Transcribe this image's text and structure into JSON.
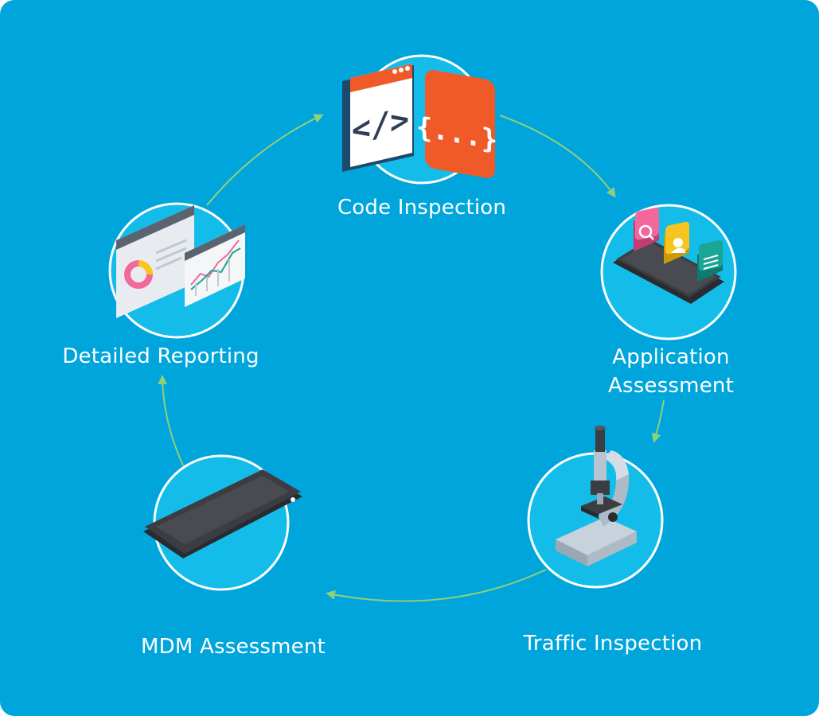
{
  "colors": {
    "background": "#00a5dc",
    "node_fill": "#14bde9",
    "node_stroke": "#ffffff",
    "arrow": "#8fd07a",
    "text": "#ffffff",
    "accent_orange": "#f05a28",
    "accent_pink": "#f2689a",
    "accent_yellow": "#f8c51f",
    "accent_teal": "#1aa597",
    "device_dark": "#3c3d42"
  },
  "nodes": [
    {
      "id": "code",
      "label": "Code Inspection",
      "icon": "code-window-icon"
    },
    {
      "id": "app",
      "label": "Application Assessment",
      "icon": "smartphone-apps-icon"
    },
    {
      "id": "traffic",
      "label": "Traffic Inspection",
      "icon": "microscope-icon"
    },
    {
      "id": "mdm",
      "label": "MDM Assessment",
      "icon": "smartphone-icon"
    },
    {
      "id": "report",
      "label": "Detailed Reporting",
      "icon": "report-charts-icon"
    }
  ],
  "icon_glyphs": {
    "code_tag": "</>",
    "code_braces": "{...}"
  },
  "flow": [
    "code",
    "app",
    "traffic",
    "mdm",
    "report",
    "code"
  ]
}
